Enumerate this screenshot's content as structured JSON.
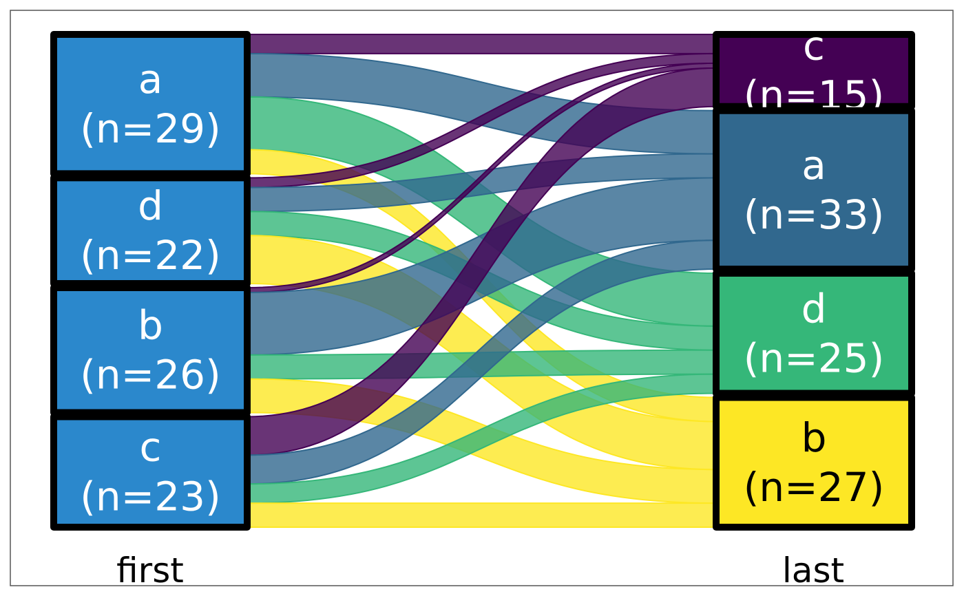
{
  "chart_data": {
    "type": "sankey",
    "axis_labels": [
      "first",
      "last"
    ],
    "left_nodes": [
      {
        "id": "a",
        "label": "a",
        "count_label": "(n=29)",
        "value": 29
      },
      {
        "id": "d",
        "label": "d",
        "count_label": "(n=22)",
        "value": 22
      },
      {
        "id": "b",
        "label": "b",
        "count_label": "(n=26)",
        "value": 26
      },
      {
        "id": "c",
        "label": "c",
        "count_label": "(n=23)",
        "value": 23
      }
    ],
    "right_nodes": [
      {
        "id": "c",
        "label": "c",
        "count_label": "(n=15)",
        "value": 15,
        "color": "#440154"
      },
      {
        "id": "a",
        "label": "a",
        "count_label": "(n=33)",
        "value": 33,
        "color": "#31688e"
      },
      {
        "id": "d",
        "label": "d",
        "count_label": "(n=25)",
        "value": 25,
        "color": "#35b779"
      },
      {
        "id": "b",
        "label": "b",
        "count_label": "(n=27)",
        "value": 27,
        "color": "#fde725"
      }
    ],
    "flows": [
      {
        "from": "a",
        "to": "c",
        "value": 4
      },
      {
        "from": "a",
        "to": "a",
        "value": 9
      },
      {
        "from": "a",
        "to": "d",
        "value": 11
      },
      {
        "from": "a",
        "to": "b",
        "value": 5
      },
      {
        "from": "d",
        "to": "c",
        "value": 2
      },
      {
        "from": "d",
        "to": "a",
        "value": 5
      },
      {
        "from": "d",
        "to": "d",
        "value": 5
      },
      {
        "from": "d",
        "to": "b",
        "value": 10
      },
      {
        "from": "b",
        "to": "c",
        "value": 1
      },
      {
        "from": "b",
        "to": "a",
        "value": 13
      },
      {
        "from": "b",
        "to": "d",
        "value": 5
      },
      {
        "from": "b",
        "to": "b",
        "value": 7
      },
      {
        "from": "c",
        "to": "c",
        "value": 8
      },
      {
        "from": "c",
        "to": "a",
        "value": 6
      },
      {
        "from": "c",
        "to": "d",
        "value": 4
      },
      {
        "from": "c",
        "to": "b",
        "value": 5
      }
    ],
    "left_node_color": "#2b88cc",
    "node_border_color": "#000000",
    "light_text_color": "#ffffff",
    "dark_text_color": "#000000",
    "grid": false,
    "legend": "none"
  }
}
